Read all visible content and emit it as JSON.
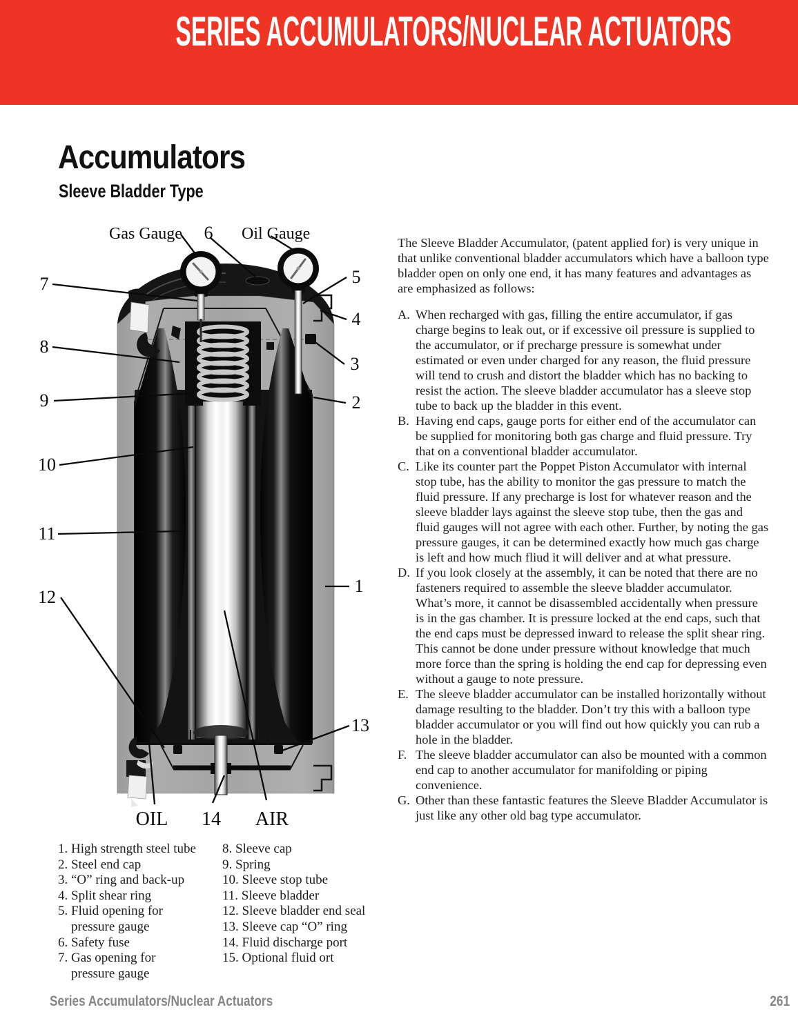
{
  "header": {
    "title": "SERIES ACCUMULATORS/NUCLEAR ACTUATORS",
    "bg_color": "#ee3424",
    "text_color": "#ffffff"
  },
  "page": {
    "title": "Accumulators",
    "subtitle": "Sleeve Bladder Type"
  },
  "diagram": {
    "top_labels": {
      "gas_gauge": "Gas Gauge",
      "fuse_num": "6",
      "oil_gauge": "Oil Gauge"
    },
    "callouts": {
      "c1": "1",
      "c2": "2",
      "c3": "3",
      "c4": "4",
      "c5": "5",
      "c7": "7",
      "c8": "8",
      "c9": "9",
      "c10": "10",
      "c11": "11",
      "c12": "12",
      "c13": "13"
    },
    "bottom_labels": {
      "oil": "OIL",
      "port_num": "14",
      "air": "AIR"
    }
  },
  "body": {
    "intro": "The Sleeve Bladder Accumulator, (patent applied for) is very unique in that unlike conventional bladder accumulators which have a balloon type bladder open on only one end, it has many features and advantages as are emphasized as follows:",
    "items": [
      {
        "letter": "A.",
        "text": "When recharged with gas, filling the entire accumulator, if gas charge begins to leak out, or if excessive oil pressure is supplied to the accumulator, or if precharge pressure is somewhat under estimated or even under charged for any reason, the fluid pressure will tend to crush and distort the bladder which has no backing to resist the action. The sleeve bladder accumulator has a sleeve stop tube to back up the bladder in this event."
      },
      {
        "letter": "B.",
        "text": "Having end caps, gauge ports for either end of the accumulator can be supplied for monitoring both gas charge and fluid pressure. Try that on a conventional bladder accumulator."
      },
      {
        "letter": "C.",
        "text": "Like its counter part the Poppet Piston Accumulator with internal stop tube, has the ability to monitor the gas pressure to match the fluid pressure. If any precharge is lost for whatever reason and the sleeve bladder lays against the sleeve stop tube, then the gas and fluid gauges will not agree with each other. Further, by noting the gas pressure gauges, it can be determined exactly how much gas charge is left and how much fliud it will deliver and at what pressure."
      },
      {
        "letter": "D.",
        "text": "If you look closely at the assembly, it can be noted that there are no fasteners required to assemble the sleeve bladder accumulator. What’s more, it cannot be disassembled accidentally when pressure is in the gas chamber. It is pressure locked at the end caps, such that the end caps must be depressed inward to release the split shear ring. This cannot be done under pressure without knowledge that much more force than the spring is holding the end cap for depressing even without a gauge to note pressure."
      },
      {
        "letter": "E.",
        "text": "The sleeve bladder accumulator can be installed horizontally without damage resulting to the bladder. Don’t try this with a balloon type bladder accumulator or you will find out how quickly you can rub a hole in the bladder."
      },
      {
        "letter": "F.",
        "text": "The sleeve bladder accumulator can also be mounted with a common end cap to another accumulator for manifolding or piping convenience."
      },
      {
        "letter": "G.",
        "text": "Other than these fantastic features the Sleeve Bladder Accumulator is just like any other old bag type accumulator."
      }
    ]
  },
  "parts_list": {
    "column1": [
      "1. High strength steel tube",
      "2. Steel end cap",
      "3. “O” ring and back-up",
      "4. Split shear ring",
      "5. Fluid opening for\n    pressure gauge",
      "6. Safety fuse",
      "7. Gas opening for\n    pressure gauge"
    ],
    "column2": [
      "8. Sleeve cap",
      "9. Spring",
      "10. Sleeve stop tube",
      "11. Sleeve bladder",
      "12. Sleeve bladder end seal",
      "13. Sleeve cap “O” ring",
      "14. Fluid discharge port",
      "15. Optional fluid ort"
    ]
  },
  "footer": {
    "left": "Series Accumulators/Nuclear Actuators",
    "page_number": "261"
  }
}
